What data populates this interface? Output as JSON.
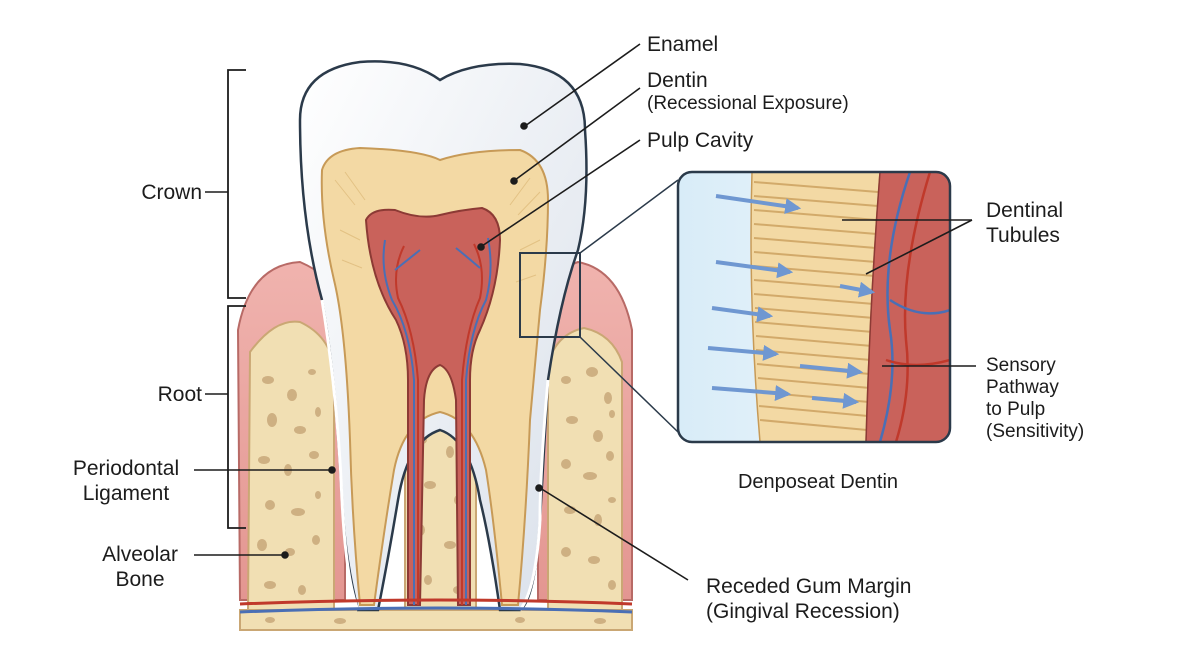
{
  "labels": {
    "enamel": "Enamel",
    "dentin_line1": "Dentin",
    "dentin_line2": "(Recessional Exposure)",
    "pulp_cavity": "Pulp Cavity",
    "crown": "Crown",
    "root": "Root",
    "periodontal_line1": "Periodontal",
    "periodontal_line2": "Ligament",
    "alveolar_line1": "Alveolar",
    "alveolar_line2": "Bone",
    "gum_line1": "Receded Gum Margin",
    "gum_line2": "(Gingival Recession)",
    "tubules_line1": "Dentinal",
    "tubules_line2": "Tubules",
    "sensory_line1": "Sensory",
    "sensory_line2": "Pathway",
    "sensory_line3": "to Pulp",
    "sensory_line4": "(Sensitivity)",
    "inset_caption": "Denposeat Dentin"
  },
  "colors": {
    "enamel": "#f3f5f8",
    "dentin": "#f3d9a4",
    "pulp": "#c9625b",
    "gum": "#eaa6a2",
    "bone": "#f1dfb3",
    "bone_pore": "#c9a87a",
    "nerve": "#4a6fb5",
    "vessel": "#c0392b",
    "arrow": "#6f97d1",
    "outline": "#2b3a4a"
  }
}
